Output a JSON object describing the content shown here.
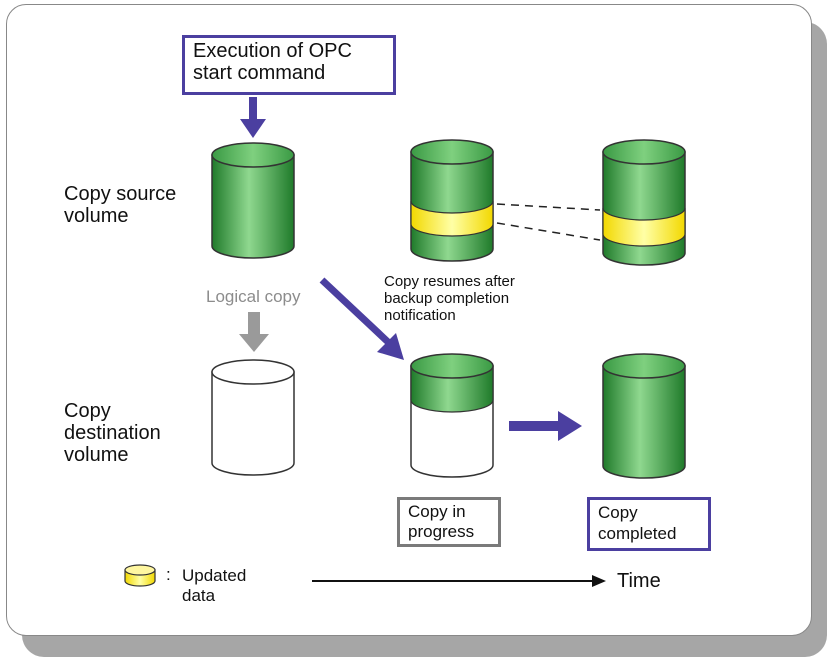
{
  "header": {
    "command_box": "Execution of OPC\nstart command"
  },
  "labels": {
    "copy_source": "Copy source\nvolume",
    "copy_destination": "Copy\ndestination\nvolume",
    "logical_copy": "Logical copy",
    "copy_resumes": "Copy resumes after\nbackup completion\nnotification"
  },
  "status": {
    "in_progress": "Copy in\nprogress",
    "completed": "Copy\ncompleted"
  },
  "legend": {
    "colon": ":",
    "updated_data": "Updated\ndata",
    "time": "Time"
  },
  "colors": {
    "accent_border": "#4b3fa0",
    "arrow": "#4b3fa0",
    "cylinder_green": "#2f9b3c",
    "updated_yellow": "#ffef3a"
  }
}
